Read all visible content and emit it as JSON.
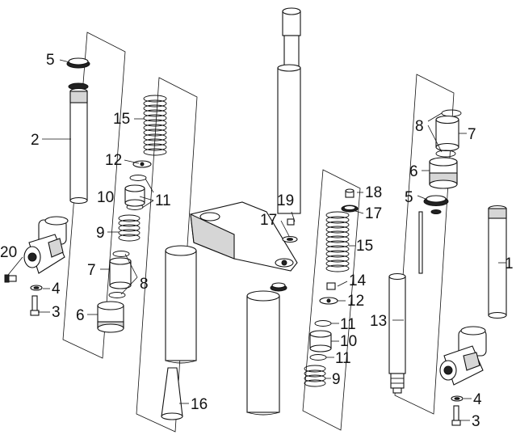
{
  "diagram": {
    "colors": {
      "line": "#111111",
      "background": "#ffffff",
      "shade": "#d6d6d6"
    },
    "callouts": {
      "c1": "1",
      "c2": "2",
      "c3a": "3",
      "c3b": "3",
      "c4a": "4",
      "c4b": "4",
      "c5a": "5",
      "c5b": "5",
      "c6a": "6",
      "c6b": "6",
      "c7a": "7",
      "c7b": "7",
      "c8a": "8",
      "c8b": "8",
      "c9a": "9",
      "c9b": "9",
      "c10a": "10",
      "c10b": "10",
      "c11a": "11",
      "c11b": "11",
      "c11c": "11",
      "c12a": "12",
      "c12b": "12",
      "c13": "13",
      "c14": "14",
      "c15a": "15",
      "c15b": "15",
      "c16": "16",
      "c17a": "17",
      "c17b": "17",
      "c18": "18",
      "c19": "19",
      "c20": "20"
    }
  }
}
